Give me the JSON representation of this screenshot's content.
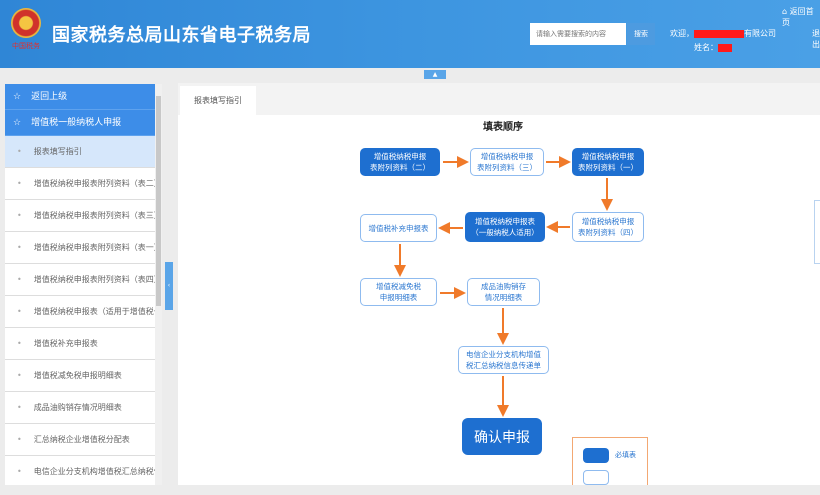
{
  "header": {
    "title": "国家税务总局山东省电子税务局",
    "emblem_text": "中国税务",
    "search_placeholder": "请输入需要搜索的内容",
    "search_button": "搜索",
    "welcome_prefix": "欢迎，",
    "welcome_suffix": "有限公司",
    "name_label": "姓名：",
    "home_link": "返回首页",
    "exit_link": "退出"
  },
  "sidebar": {
    "back": "返回上级",
    "section": "增值税一般纳税人申报",
    "items": [
      {
        "label": "报表填写指引",
        "active": true
      },
      {
        "label": "增值税纳税申报表附列资料（表二）"
      },
      {
        "label": "增值税纳税申报表附列资料（表三）"
      },
      {
        "label": "增值税纳税申报表附列资料（表一）"
      },
      {
        "label": "增值税纳税申报表附列资料（表四）"
      },
      {
        "label": "增值税纳税申报表（适用于增值税一..."
      },
      {
        "label": "增值税补充申报表"
      },
      {
        "label": "增值税减免税申报明细表"
      },
      {
        "label": "成品油购销存情况明细表"
      },
      {
        "label": "汇总纳税企业增值税分配表"
      },
      {
        "label": "电信企业分支机构增值税汇总纳税信..."
      }
    ]
  },
  "tabs": [
    {
      "label": "报表填写指引"
    }
  ],
  "flow": {
    "title": "填表顺序",
    "boxes": [
      {
        "line1": "增值税纳税申报",
        "line2": "表附列资料（二）",
        "required": true
      },
      {
        "line1": "增值税纳税申报",
        "line2": "表附列资料（三）",
        "required": false
      },
      {
        "line1": "增值税纳税申报",
        "line2": "表附列资料（一）",
        "required": true
      },
      {
        "line1": "增值税纳税申报",
        "line2": "表附列资料（四）",
        "required": false
      },
      {
        "line1": "增值税纳税申报表",
        "line2": "（一般纳税人适用）",
        "required": true
      },
      {
        "line1": "增值税补充申报表",
        "line2": "",
        "required": false
      },
      {
        "line1": "增值税减免税",
        "line2": "申报明细表",
        "required": false
      },
      {
        "line1": "成品油购销存",
        "line2": "情况明细表",
        "required": false
      },
      {
        "line1": "电信企业分支机构增值",
        "line2": "税汇总纳税信息传递单",
        "required": false
      }
    ],
    "confirm": "确认申报",
    "legend": {
      "required": "必填表"
    }
  },
  "colors": {
    "primary": "#1e6fd0",
    "arrow": "#f07a2a",
    "header": "#3d8de8"
  }
}
